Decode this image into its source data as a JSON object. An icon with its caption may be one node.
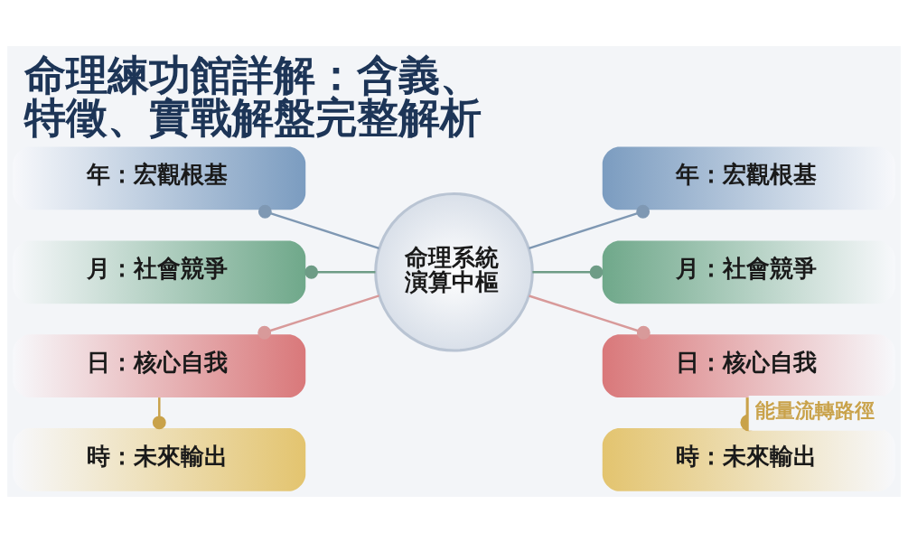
{
  "diagram": {
    "title": "命理練功館詳解：含義、特徵、實戰解盤完整解析",
    "nodes": [
      {
        "text": [
          "命理系統演算中樞"
        ]
      },
      {
        "text": [
          "年：宏觀根基"
        ]
      },
      {
        "text": [
          "月：社會競爭"
        ]
      },
      {
        "text": [
          "日：核心自我"
        ]
      },
      {
        "text": [
          "時：未來輸出"
        ]
      },
      {
        "text": [
          "年：宏觀根基"
        ]
      },
      {
        "text": [
          "月：社會競爭"
        ]
      },
      {
        "text": [
          "日：核心自我"
        ]
      },
      {
        "text": [
          "時：未來輸出"
        ]
      }
    ],
    "edges": [
      {
        "from": 0,
        "to": 1,
        "arrow": "other",
        "color": "#7f98b3"
      },
      {
        "from": 0,
        "to": 2,
        "arrow": "other",
        "color": "#6e9c86"
      },
      {
        "from": 0,
        "to": 3,
        "arrow": "other",
        "color": "#d89a9a"
      },
      {
        "from": 0,
        "to": 5,
        "arrow": "other",
        "color": "#7f98b3"
      },
      {
        "from": 0,
        "to": 6,
        "arrow": "other",
        "color": "#6e9c86"
      },
      {
        "from": 0,
        "to": 7,
        "arrow": "other",
        "color": "#d89a9a"
      },
      {
        "from": 3,
        "to": 4,
        "arrow": "other",
        "color": "#c9a24a"
      },
      {
        "from": 7,
        "to": 8,
        "arrow": "other",
        "label": "能量流轉路徑",
        "style": "thick",
        "color": "#c9a24a"
      }
    ]
  }
}
